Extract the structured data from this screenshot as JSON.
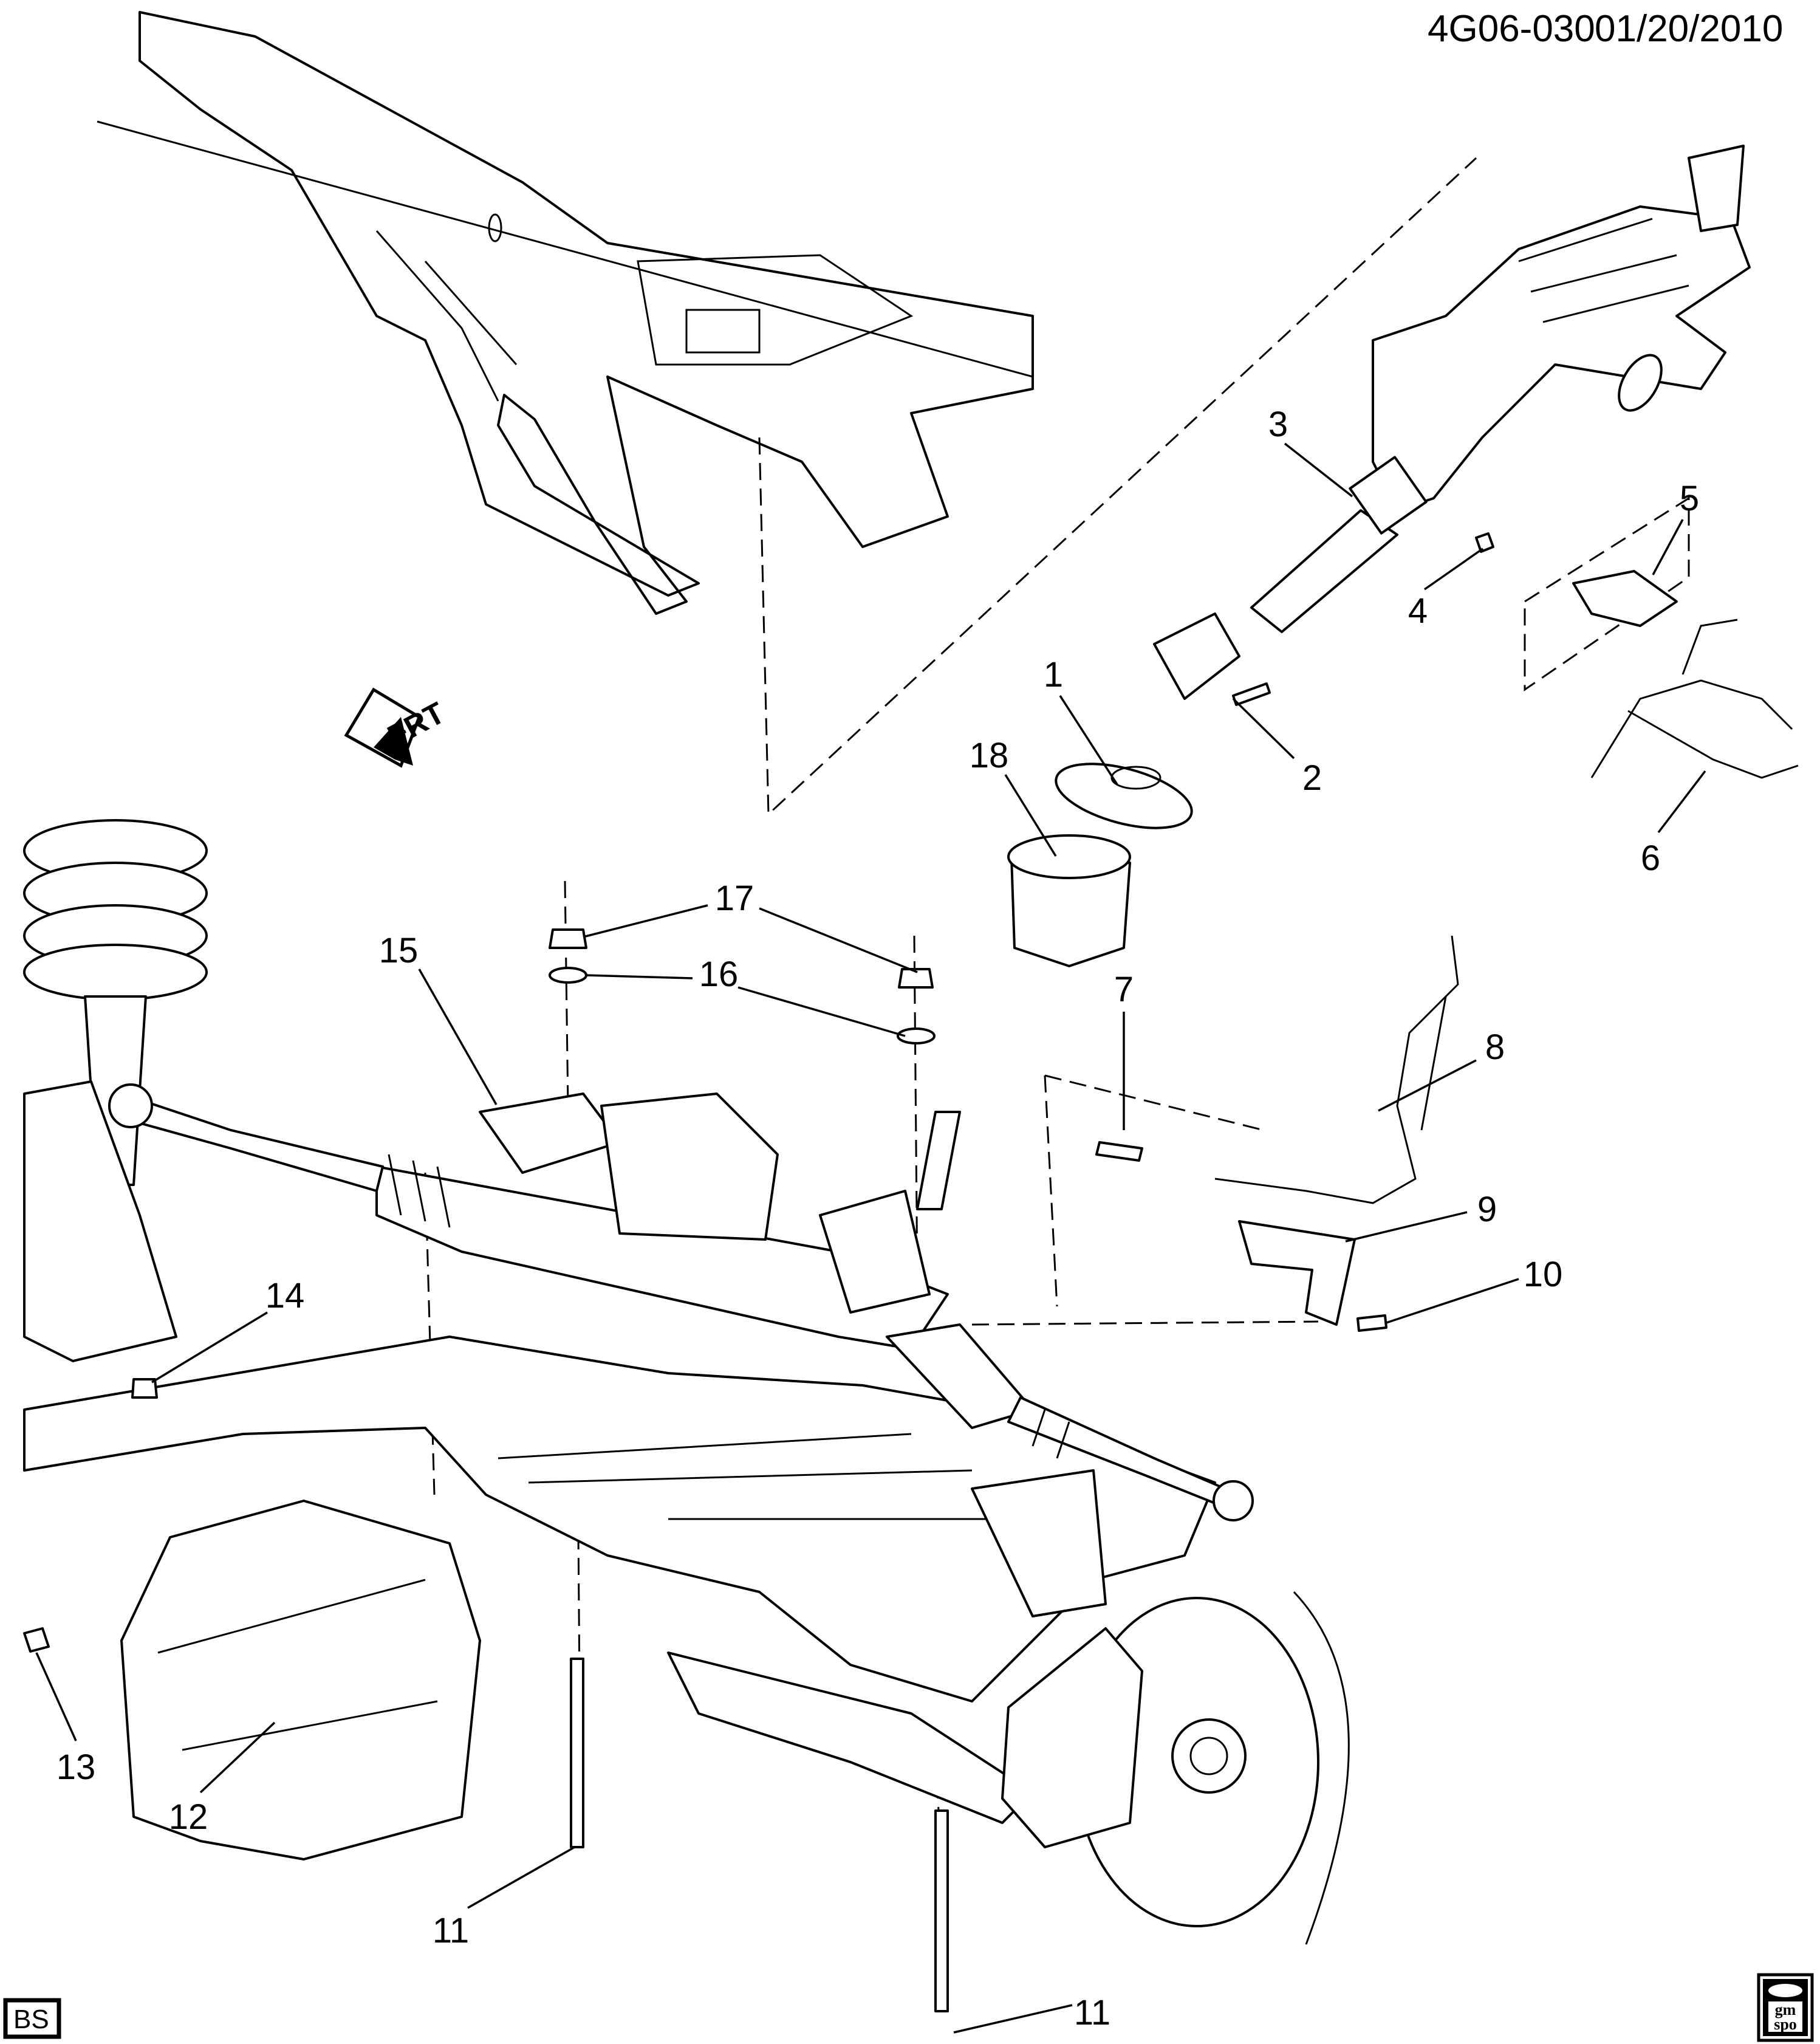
{
  "header": {
    "diagram_code": "4G06-030",
    "date": "01/20/2010"
  },
  "front_indicator": {
    "label": "FRT",
    "icon": "front-arrow-icon"
  },
  "footer": {
    "section_code": "BS",
    "logo_text": "gm spo"
  },
  "callouts": [
    {
      "id": "1",
      "label": "1"
    },
    {
      "id": "2",
      "label": "2"
    },
    {
      "id": "3",
      "label": "3"
    },
    {
      "id": "4",
      "label": "4"
    },
    {
      "id": "5",
      "label": "5"
    },
    {
      "id": "6",
      "label": "6"
    },
    {
      "id": "7",
      "label": "7"
    },
    {
      "id": "8",
      "label": "8"
    },
    {
      "id": "9",
      "label": "9"
    },
    {
      "id": "10",
      "label": "10"
    },
    {
      "id": "11a",
      "label": "11"
    },
    {
      "id": "11b",
      "label": "11"
    },
    {
      "id": "12",
      "label": "12"
    },
    {
      "id": "13",
      "label": "13"
    },
    {
      "id": "14",
      "label": "14"
    },
    {
      "id": "15",
      "label": "15"
    },
    {
      "id": "16",
      "label": "16"
    },
    {
      "id": "17",
      "label": "17"
    },
    {
      "id": "18",
      "label": "18"
    }
  ]
}
